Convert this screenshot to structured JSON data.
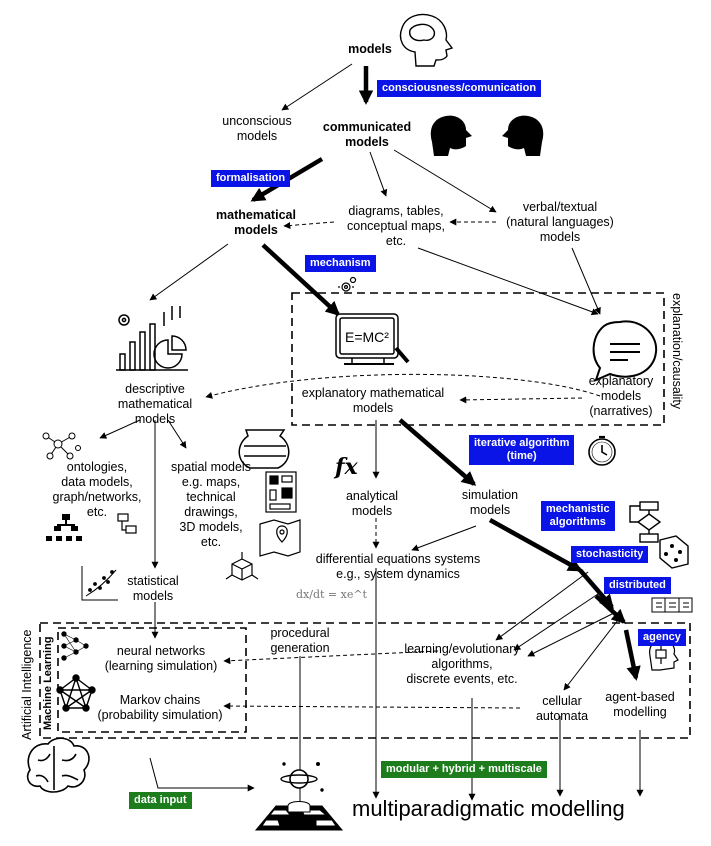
{
  "nodes": {
    "models": "models",
    "unconscious": "unconscious\nmodels",
    "communicated": "communicated\nmodels",
    "mathematical": "mathematical\nmodels",
    "diagrams": "diagrams, tables,\nconceptual maps,\netc.",
    "verbal": "verbal/textual\n(natural languages)\nmodels",
    "descriptive": "descriptive\nmathematical\nmodels",
    "explanatory_math": "explanatory mathematical\nmodels",
    "narratives": "explanatory\nmodels\n(narratives)",
    "ontologies": "ontologies,\ndata models,\ngraph/networks,\netc.",
    "spatial": "spatial models\ne.g. maps,\ntechnical\ndrawings,\n3D models,\netc.",
    "analytical": "analytical\nmodels",
    "simulation": "simulation\nmodels",
    "diffeq": "differential equations systems\ne.g., system dynamics",
    "statistical": "statistical\nmodels",
    "procedural": "procedural\ngeneration",
    "neural": "neural networks\n(learning simulation)",
    "markov": "Markov chains\n(probability simulation)",
    "learning": "learning/evolutionary\nalgorithms,\ndiscrete events, etc.",
    "cellular": "cellular\nautomata",
    "agent": "agent-based\nmodelling",
    "multiparadigmatic": "multiparadigmatic modelling"
  },
  "tags": {
    "consciousness": "consciousness/comunication",
    "formalisation": "formalisation",
    "mechanism": "mechanism",
    "iterative": "iterative algorithm\n(time)",
    "mechanistic": "mechanistic\nalgorithms",
    "stochasticity": "stochasticity",
    "distributed": "distributed",
    "agency": "agency",
    "modular": "modular + hybrid + multiscale",
    "data_input": "data input"
  },
  "regions": {
    "explanation": "explanation/causality",
    "ai": "Artificial Intelligence",
    "ml": "Machine Learning"
  },
  "formula": "dx/dt = xe^t",
  "fx_symbol": "fx",
  "emc_text": "E=MC²",
  "colors": {
    "tag_blue": "#0a14e6",
    "tag_green": "#1d7d1d"
  },
  "icons": [
    "head-profile-icon",
    "two-heads-icon",
    "bar-chart-icon",
    "blackboard-emc2-icon",
    "speech-bubble-icon",
    "network-graph-icon",
    "org-chart-icon",
    "vase-icon",
    "city-map-icon",
    "map-pin-icon",
    "cube-icon",
    "scatter-plot-icon",
    "brain-icon",
    "clock-icon",
    "flowchart-icon",
    "dice-icon",
    "grid-icon",
    "neural-net-icon",
    "pentagon-graph-icon",
    "robot-icon",
    "gears-icon",
    "planet-chessboard-icon"
  ]
}
